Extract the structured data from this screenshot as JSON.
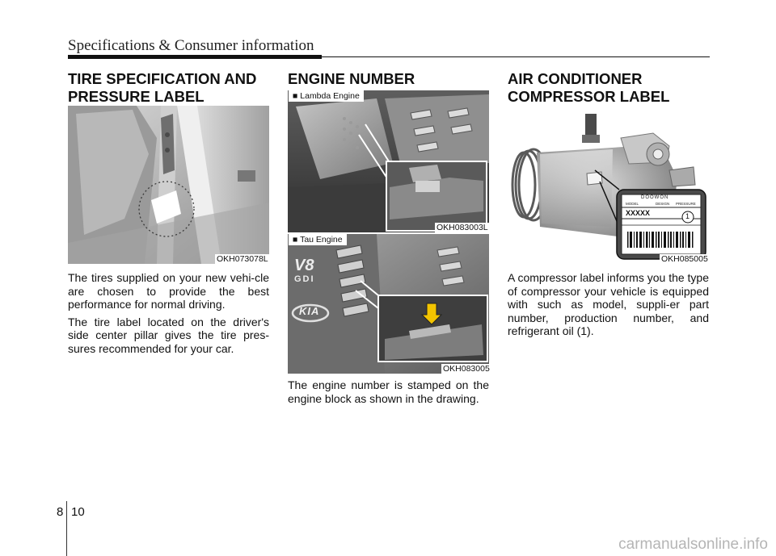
{
  "header": {
    "title": "Specifications & Consumer information"
  },
  "tire_section": {
    "title_line1": "TIRE SPECIFICATION AND",
    "title_line2": "PRESSURE LABEL",
    "image_code": "OKH073078L",
    "paragraphs": [
      "The tires supplied on your new vehi-cle are chosen to provide the best performance for normal driving.",
      "The tire label located on the driver's side center pillar gives the tire pres-sures recommended for your car."
    ]
  },
  "engine_section": {
    "title": "ENGINE NUMBER",
    "lambda_tag": "■ Lambda Engine",
    "lambda_code": "OKH083003L",
    "tau_tag": "■ Tau Engine",
    "tau_code": "OKH083005",
    "engine_badge": "V8",
    "engine_sub": "GDI",
    "brand_logo": "KIA",
    "paragraph": "The engine number is stamped on the engine block as shown in the drawing."
  },
  "ac_section": {
    "title_line1": "AIR CONDITIONER",
    "title_line2": "COMPRESSOR LABEL",
    "image_code": "OKH085005",
    "label_brand": "DOOWON",
    "label_col1": "MODEL",
    "label_col2": "DESIGN",
    "label_col3": "PRESSURE",
    "label_model": "XXXXX",
    "callout": "1",
    "paragraph": "A compressor label informs you the type of compressor your vehicle is equipped with such as model, suppli-er part number, production number, and refrigerant oil (1)."
  },
  "footer": {
    "chapter": "8",
    "page": "10",
    "watermark": "carmanualsonline.info"
  }
}
